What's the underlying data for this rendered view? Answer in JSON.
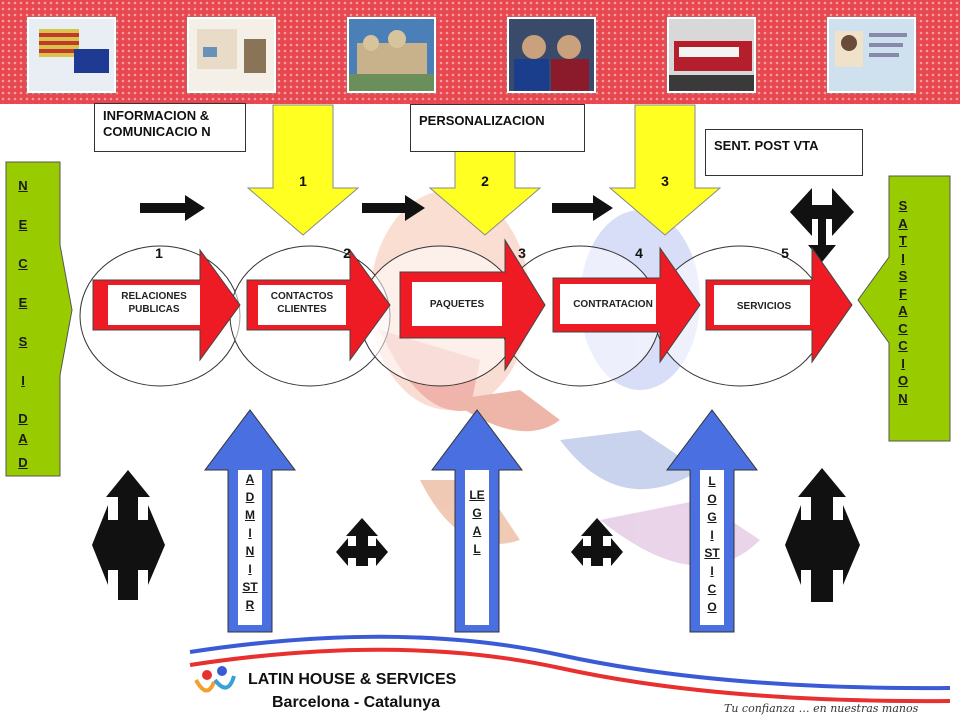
{
  "header": {
    "photos": [
      {
        "icon": "catalan-flags-photo",
        "colors": [
          "#d9c34a",
          "#c0392b",
          "#1f3a93"
        ]
      },
      {
        "icon": "apartment-interior-photo",
        "colors": [
          "#e8dcc8",
          "#8a7458",
          "#f4f0e8"
        ]
      },
      {
        "icon": "gaudi-building-photo",
        "colors": [
          "#4a7fb8",
          "#c7b28c",
          "#6a8f5a"
        ]
      },
      {
        "icon": "football-players-photo",
        "colors": [
          "#1b3e8c",
          "#8b1a2b",
          "#c9a27d"
        ]
      },
      {
        "icon": "train-photo",
        "colors": [
          "#b51f2b",
          "#d8d8d8",
          "#3a3a3a"
        ]
      },
      {
        "icon": "id-card-photo",
        "colors": [
          "#cfe0ef",
          "#f0e2c8",
          "#6a4a3a"
        ]
      }
    ]
  },
  "labels": {
    "info": "INFORMACION & COMUNICACIO N",
    "personalizacion": "PERSONALIZACION",
    "post_venta": "SENT. POST VTA"
  },
  "top_arrows": [
    "1",
    "2",
    "3"
  ],
  "stages": [
    {
      "num": "1",
      "label": "RELACIONES PUBLICAS"
    },
    {
      "num": "2",
      "label": "CONTACTOS CLIENTES"
    },
    {
      "num": "3",
      "label": "PAQUETES"
    },
    {
      "num": "4",
      "label": "CONTRATACION"
    },
    {
      "num": "5",
      "label": "SERVICIOS"
    }
  ],
  "left_bar": [
    "N",
    "E",
    "C",
    "E",
    "S",
    "I",
    "D",
    "A",
    "D"
  ],
  "right_bar": [
    "S",
    "A",
    "T",
    "I",
    "S",
    "F",
    "A",
    "C",
    "C",
    "I",
    "O",
    "N"
  ],
  "bottom_arrows": [
    {
      "name": "administracion",
      "letters": [
        "A",
        "D",
        "M",
        "I",
        "N",
        "I",
        "ST",
        "R"
      ]
    },
    {
      "name": "legal",
      "letters": [
        "LE",
        "G",
        "A",
        "L"
      ]
    },
    {
      "name": "logistico",
      "letters": [
        "L",
        "O",
        "G",
        "I",
        "ST",
        "I",
        "C",
        "O"
      ]
    }
  ],
  "footer": {
    "company": "LATIN HOUSE & SERVICES",
    "city": "Barcelona - Catalunya",
    "slogan": "Tu confianza … en nuestras manos"
  },
  "colors": {
    "header_red": "#e8474f",
    "arrow_yellow": "#ffff22",
    "arrow_red": "#ee1b24",
    "arrow_blue": "#4a6fe0",
    "bar_green": "#99cc00"
  }
}
